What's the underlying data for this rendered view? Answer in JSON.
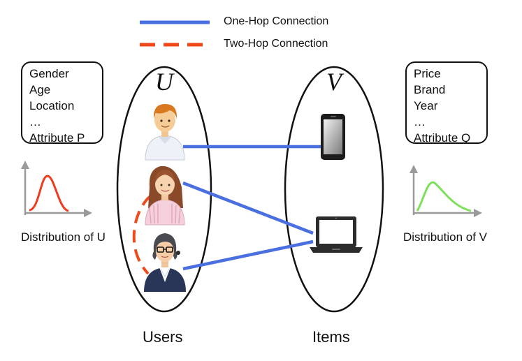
{
  "legend": {
    "one_hop": {
      "label": "One-Hop Connection",
      "color": "#4a6fe0"
    },
    "two_hop": {
      "label": "Two-Hop Connection",
      "color": "#f04a1c"
    }
  },
  "users": {
    "set_letter": "U",
    "group_label": "Users",
    "attributes": [
      "Gender",
      "Age",
      "Location",
      "…",
      "Attribute P"
    ],
    "distribution_label": "Distribution of U",
    "distribution_color": "#f03a1c",
    "icons": [
      "man-avatar-icon",
      "woman-avatar-icon",
      "businesswoman-avatar-icon"
    ]
  },
  "items": {
    "set_letter": "V",
    "group_label": "Items",
    "attributes": [
      "Price",
      "Brand",
      "Year",
      "…",
      "Attribute Q"
    ],
    "distribution_label": "Distribution of V",
    "distribution_color": "#7ee05a",
    "icons": [
      "smartphone-icon",
      "laptop-icon"
    ]
  }
}
